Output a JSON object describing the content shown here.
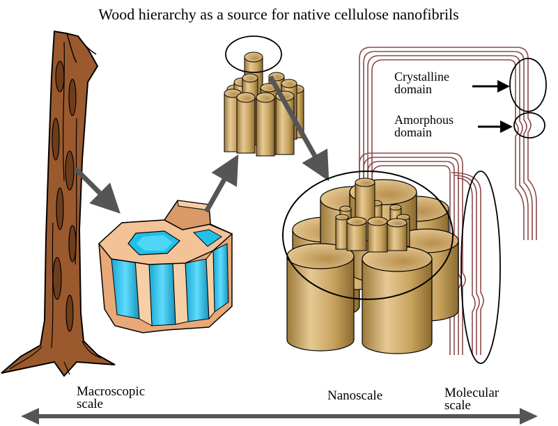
{
  "title": "Wood hierarchy as a source for native cellulose nanofibrils",
  "labels": {
    "crystalline_line1": "Crystalline",
    "crystalline_line2": "domain",
    "amorphous_line1": "Amorphous",
    "amorphous_line2": "domain"
  },
  "scale_labels": {
    "macroscopic_line1": "Macroscopic",
    "macroscopic_line2": "scale",
    "nanoscale": "Nanoscale",
    "molecular_line1": "Molecular",
    "molecular_line2": "scale"
  },
  "colors": {
    "bark": "#9b5a2e",
    "bark_dark": "#6e3d1c",
    "cell_wall": "#e8a878",
    "cell_wall_light": "#f7cfa6",
    "lumen": "#22bfe6",
    "fibril_light": "#e6c994",
    "fibril_mid": "#c8a35e",
    "fibril_dark": "#9c7a3a",
    "chain": "#8a4a4a",
    "arrow": "#555555"
  }
}
